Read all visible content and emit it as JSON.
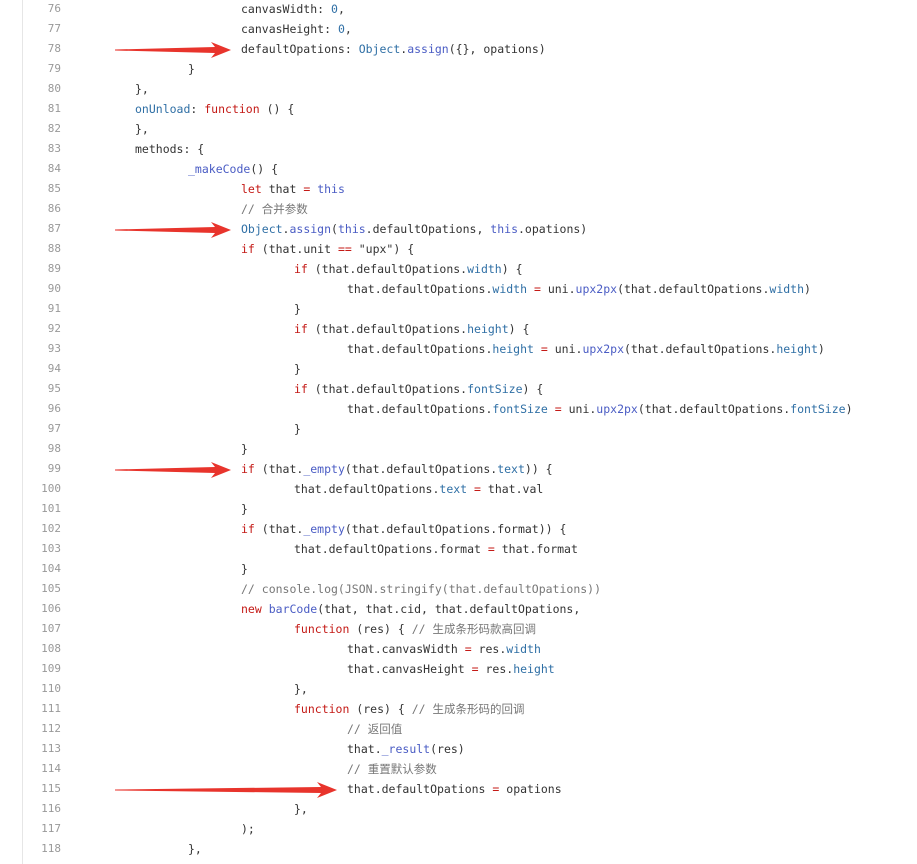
{
  "colors": {
    "keyword": "#c41a16",
    "function_name": "#4a5cc4",
    "property": "#2f6fa5",
    "comment": "#777777",
    "plain": "#333333",
    "line_number": "#999999",
    "arrow": "#e8342c"
  },
  "code_lines": [
    {
      "n": "76",
      "indent": 3,
      "tokens": [
        {
          "t": "canvasWidth: ",
          "c": "plain"
        },
        {
          "t": "0",
          "c": "num"
        },
        {
          "t": ",",
          "c": "plain"
        }
      ]
    },
    {
      "n": "77",
      "indent": 3,
      "tokens": [
        {
          "t": "canvasHeight: ",
          "c": "plain"
        },
        {
          "t": "0",
          "c": "num"
        },
        {
          "t": ",",
          "c": "plain"
        }
      ]
    },
    {
      "n": "78",
      "indent": 3,
      "arrow": true,
      "tokens": [
        {
          "t": "defaultOpations: ",
          "c": "plain"
        },
        {
          "t": "Object",
          "c": "prop"
        },
        {
          "t": ".",
          "c": "plain"
        },
        {
          "t": "assign",
          "c": "fn"
        },
        {
          "t": "({}, opations)",
          "c": "plain"
        }
      ]
    },
    {
      "n": "79",
      "indent": 2,
      "tokens": [
        {
          "t": "}",
          "c": "plain"
        }
      ]
    },
    {
      "n": "80",
      "indent": 1,
      "tokens": [
        {
          "t": "},",
          "c": "plain"
        }
      ]
    },
    {
      "n": "81",
      "indent": 1,
      "tokens": [
        {
          "t": "onUnload",
          "c": "prop"
        },
        {
          "t": ": ",
          "c": "plain"
        },
        {
          "t": "function",
          "c": "kw"
        },
        {
          "t": " () {",
          "c": "plain"
        }
      ]
    },
    {
      "n": "82",
      "indent": 1,
      "tokens": [
        {
          "t": "},",
          "c": "plain"
        }
      ]
    },
    {
      "n": "83",
      "indent": 1,
      "tokens": [
        {
          "t": "methods: {",
          "c": "plain"
        }
      ]
    },
    {
      "n": "84",
      "indent": 2,
      "tokens": [
        {
          "t": "_makeCode",
          "c": "fn"
        },
        {
          "t": "() {",
          "c": "plain"
        }
      ]
    },
    {
      "n": "85",
      "indent": 3,
      "tokens": [
        {
          "t": "let",
          "c": "kw"
        },
        {
          "t": " that ",
          "c": "plain"
        },
        {
          "t": "=",
          "c": "kw"
        },
        {
          "t": " ",
          "c": "plain"
        },
        {
          "t": "this",
          "c": "fn"
        }
      ]
    },
    {
      "n": "86",
      "indent": 3,
      "tokens": [
        {
          "t": "// 合并参数",
          "c": "cmt"
        }
      ]
    },
    {
      "n": "87",
      "indent": 3,
      "arrow": true,
      "tokens": [
        {
          "t": "Object",
          "c": "prop"
        },
        {
          "t": ".",
          "c": "plain"
        },
        {
          "t": "assign",
          "c": "fn"
        },
        {
          "t": "(",
          "c": "plain"
        },
        {
          "t": "this",
          "c": "fn"
        },
        {
          "t": ".defaultOpations, ",
          "c": "plain"
        },
        {
          "t": "this",
          "c": "fn"
        },
        {
          "t": ".opations)",
          "c": "plain"
        }
      ]
    },
    {
      "n": "88",
      "indent": 3,
      "tokens": [
        {
          "t": "if",
          "c": "kw"
        },
        {
          "t": " (that.unit ",
          "c": "plain"
        },
        {
          "t": "==",
          "c": "kw"
        },
        {
          "t": " \"upx\") {",
          "c": "plain"
        }
      ]
    },
    {
      "n": "89",
      "indent": 4,
      "tokens": [
        {
          "t": "if",
          "c": "kw"
        },
        {
          "t": " (that.defaultOpations.",
          "c": "plain"
        },
        {
          "t": "width",
          "c": "prop"
        },
        {
          "t": ") {",
          "c": "plain"
        }
      ]
    },
    {
      "n": "90",
      "indent": 5,
      "tokens": [
        {
          "t": "that.defaultOpations.",
          "c": "plain"
        },
        {
          "t": "width",
          "c": "prop"
        },
        {
          "t": " ",
          "c": "plain"
        },
        {
          "t": "=",
          "c": "kw"
        },
        {
          "t": " uni.",
          "c": "plain"
        },
        {
          "t": "upx2px",
          "c": "fn"
        },
        {
          "t": "(that.defaultOpations.",
          "c": "plain"
        },
        {
          "t": "width",
          "c": "prop"
        },
        {
          "t": ")",
          "c": "plain"
        }
      ]
    },
    {
      "n": "91",
      "indent": 4,
      "tokens": [
        {
          "t": "}",
          "c": "plain"
        }
      ]
    },
    {
      "n": "92",
      "indent": 4,
      "tokens": [
        {
          "t": "if",
          "c": "kw"
        },
        {
          "t": " (that.defaultOpations.",
          "c": "plain"
        },
        {
          "t": "height",
          "c": "prop"
        },
        {
          "t": ") {",
          "c": "plain"
        }
      ]
    },
    {
      "n": "93",
      "indent": 5,
      "tokens": [
        {
          "t": "that.defaultOpations.",
          "c": "plain"
        },
        {
          "t": "height",
          "c": "prop"
        },
        {
          "t": " ",
          "c": "plain"
        },
        {
          "t": "=",
          "c": "kw"
        },
        {
          "t": " uni.",
          "c": "plain"
        },
        {
          "t": "upx2px",
          "c": "fn"
        },
        {
          "t": "(that.defaultOpations.",
          "c": "plain"
        },
        {
          "t": "height",
          "c": "prop"
        },
        {
          "t": ")",
          "c": "plain"
        }
      ]
    },
    {
      "n": "94",
      "indent": 4,
      "tokens": [
        {
          "t": "}",
          "c": "plain"
        }
      ]
    },
    {
      "n": "95",
      "indent": 4,
      "tokens": [
        {
          "t": "if",
          "c": "kw"
        },
        {
          "t": " (that.defaultOpations.",
          "c": "plain"
        },
        {
          "t": "fontSize",
          "c": "prop"
        },
        {
          "t": ") {",
          "c": "plain"
        }
      ]
    },
    {
      "n": "96",
      "indent": 5,
      "tokens": [
        {
          "t": "that.defaultOpations.",
          "c": "plain"
        },
        {
          "t": "fontSize",
          "c": "prop"
        },
        {
          "t": " ",
          "c": "plain"
        },
        {
          "t": "=",
          "c": "kw"
        },
        {
          "t": " uni.",
          "c": "plain"
        },
        {
          "t": "upx2px",
          "c": "fn"
        },
        {
          "t": "(that.defaultOpations.",
          "c": "plain"
        },
        {
          "t": "fontSize",
          "c": "prop"
        },
        {
          "t": ")",
          "c": "plain"
        }
      ]
    },
    {
      "n": "97",
      "indent": 4,
      "tokens": [
        {
          "t": "}",
          "c": "plain"
        }
      ]
    },
    {
      "n": "98",
      "indent": 3,
      "tokens": [
        {
          "t": "}",
          "c": "plain"
        }
      ]
    },
    {
      "n": "99",
      "indent": 3,
      "arrow": true,
      "tokens": [
        {
          "t": "if",
          "c": "kw"
        },
        {
          "t": " (that.",
          "c": "plain"
        },
        {
          "t": "_empty",
          "c": "fn"
        },
        {
          "t": "(that.defaultOpations.",
          "c": "plain"
        },
        {
          "t": "text",
          "c": "prop"
        },
        {
          "t": ")) {",
          "c": "plain"
        }
      ]
    },
    {
      "n": "100",
      "indent": 4,
      "tokens": [
        {
          "t": "that.defaultOpations.",
          "c": "plain"
        },
        {
          "t": "text",
          "c": "prop"
        },
        {
          "t": " ",
          "c": "plain"
        },
        {
          "t": "=",
          "c": "kw"
        },
        {
          "t": " that.val",
          "c": "plain"
        }
      ]
    },
    {
      "n": "101",
      "indent": 3,
      "tokens": [
        {
          "t": "}",
          "c": "plain"
        }
      ]
    },
    {
      "n": "102",
      "indent": 3,
      "tokens": [
        {
          "t": "if",
          "c": "kw"
        },
        {
          "t": " (that.",
          "c": "plain"
        },
        {
          "t": "_empty",
          "c": "fn"
        },
        {
          "t": "(that.defaultOpations.format)) {",
          "c": "plain"
        }
      ]
    },
    {
      "n": "103",
      "indent": 4,
      "tokens": [
        {
          "t": "that.defaultOpations.format ",
          "c": "plain"
        },
        {
          "t": "=",
          "c": "kw"
        },
        {
          "t": " that.format",
          "c": "plain"
        }
      ]
    },
    {
      "n": "104",
      "indent": 3,
      "tokens": [
        {
          "t": "}",
          "c": "plain"
        }
      ]
    },
    {
      "n": "105",
      "indent": 3,
      "tokens": [
        {
          "t": "// console.log(JSON.stringify(that.defaultOpations))",
          "c": "cmt"
        }
      ]
    },
    {
      "n": "106",
      "indent": 3,
      "tokens": [
        {
          "t": "new",
          "c": "kw"
        },
        {
          "t": " ",
          "c": "plain"
        },
        {
          "t": "barCode",
          "c": "fn"
        },
        {
          "t": "(that, that.cid, that.defaultOpations,",
          "c": "plain"
        }
      ]
    },
    {
      "n": "107",
      "indent": 4,
      "tokens": [
        {
          "t": "function",
          "c": "kw"
        },
        {
          "t": " (res) { ",
          "c": "plain"
        },
        {
          "t": "// 生成条形码款高回调",
          "c": "cmt"
        }
      ]
    },
    {
      "n": "108",
      "indent": 5,
      "tokens": [
        {
          "t": "that.canvasWidth ",
          "c": "plain"
        },
        {
          "t": "=",
          "c": "kw"
        },
        {
          "t": " res.",
          "c": "plain"
        },
        {
          "t": "width",
          "c": "prop"
        }
      ]
    },
    {
      "n": "109",
      "indent": 5,
      "tokens": [
        {
          "t": "that.canvasHeight ",
          "c": "plain"
        },
        {
          "t": "=",
          "c": "kw"
        },
        {
          "t": " res.",
          "c": "plain"
        },
        {
          "t": "height",
          "c": "prop"
        }
      ]
    },
    {
      "n": "110",
      "indent": 4,
      "tokens": [
        {
          "t": "},",
          "c": "plain"
        }
      ]
    },
    {
      "n": "111",
      "indent": 4,
      "tokens": [
        {
          "t": "function",
          "c": "kw"
        },
        {
          "t": " (res) { ",
          "c": "plain"
        },
        {
          "t": "// 生成条形码的回调",
          "c": "cmt"
        }
      ]
    },
    {
      "n": "112",
      "indent": 5,
      "tokens": [
        {
          "t": "// 返回值",
          "c": "cmt"
        }
      ]
    },
    {
      "n": "113",
      "indent": 5,
      "tokens": [
        {
          "t": "that.",
          "c": "plain"
        },
        {
          "t": "_result",
          "c": "fn"
        },
        {
          "t": "(res)",
          "c": "plain"
        }
      ]
    },
    {
      "n": "114",
      "indent": 5,
      "tokens": [
        {
          "t": "// 重置默认参数",
          "c": "cmt"
        }
      ]
    },
    {
      "n": "115",
      "indent": 5,
      "arrow": true,
      "tokens": [
        {
          "t": "that.defaultOpations ",
          "c": "plain"
        },
        {
          "t": "=",
          "c": "kw"
        },
        {
          "t": " opations",
          "c": "plain"
        }
      ]
    },
    {
      "n": "116",
      "indent": 4,
      "tokens": [
        {
          "t": "},",
          "c": "plain"
        }
      ]
    },
    {
      "n": "117",
      "indent": 3,
      "tokens": [
        {
          "t": ");",
          "c": "plain"
        }
      ]
    },
    {
      "n": "118",
      "indent": 2,
      "tokens": [
        {
          "t": "},",
          "c": "plain"
        }
      ]
    }
  ]
}
